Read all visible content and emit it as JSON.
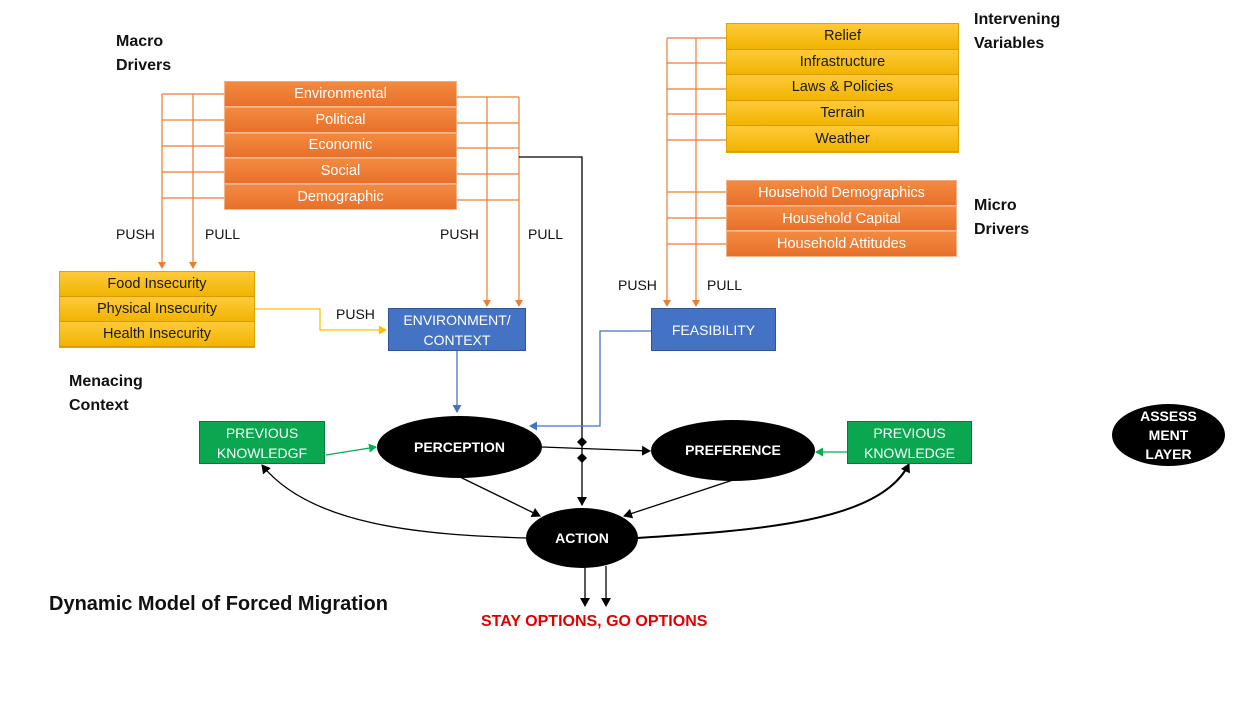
{
  "title": "Dynamic Model of Forced Migration",
  "outcome": "STAY OPTIONS, GO OPTIONS",
  "headers": {
    "macro": "Macro\nDrivers",
    "intervening": "Intervening\nVariables",
    "micro": "Micro\nDrivers",
    "menacing": "Menacing\nContext"
  },
  "macro_drivers": [
    "Environmental",
    "Political",
    "Economic",
    "Social",
    "Demographic"
  ],
  "intervening_variables": [
    "Relief",
    "Infrastructure",
    "Laws & Policies",
    "Terrain",
    "Weather"
  ],
  "micro_drivers": [
    "Household Demographics",
    "Household Capital",
    "Household Attitudes"
  ],
  "menacing_context": [
    "Food Insecurity",
    "Physical Insecurity",
    "Health Insecurity"
  ],
  "boxes": {
    "environment": "ENVIRONMENT/\nCONTEXT",
    "feasibility": "FEASIBILITY",
    "prev_knowledge_left": "PREVIOUS\nKNOWLEDGF",
    "prev_knowledge_right": "PREVIOUS\nKNOWLEDGE"
  },
  "ovals": {
    "perception": "PERCEPTION",
    "preference": "PREFERENCE",
    "action": "ACTION",
    "assessment": "ASSESS\nMENT\nLAYER"
  },
  "flow_labels": {
    "push_left": "PUSH",
    "pull_left": "PULL",
    "push_mid": "PUSH",
    "pull_mid": "PULL",
    "push_menacing": "PUSH",
    "push_right": "PUSH",
    "pull_right": "PULL"
  },
  "colors": {
    "orange": "#ed7d31",
    "gold": "#ffc000",
    "blue": "#4472c4",
    "green": "#00b050",
    "red": "#e00000"
  }
}
